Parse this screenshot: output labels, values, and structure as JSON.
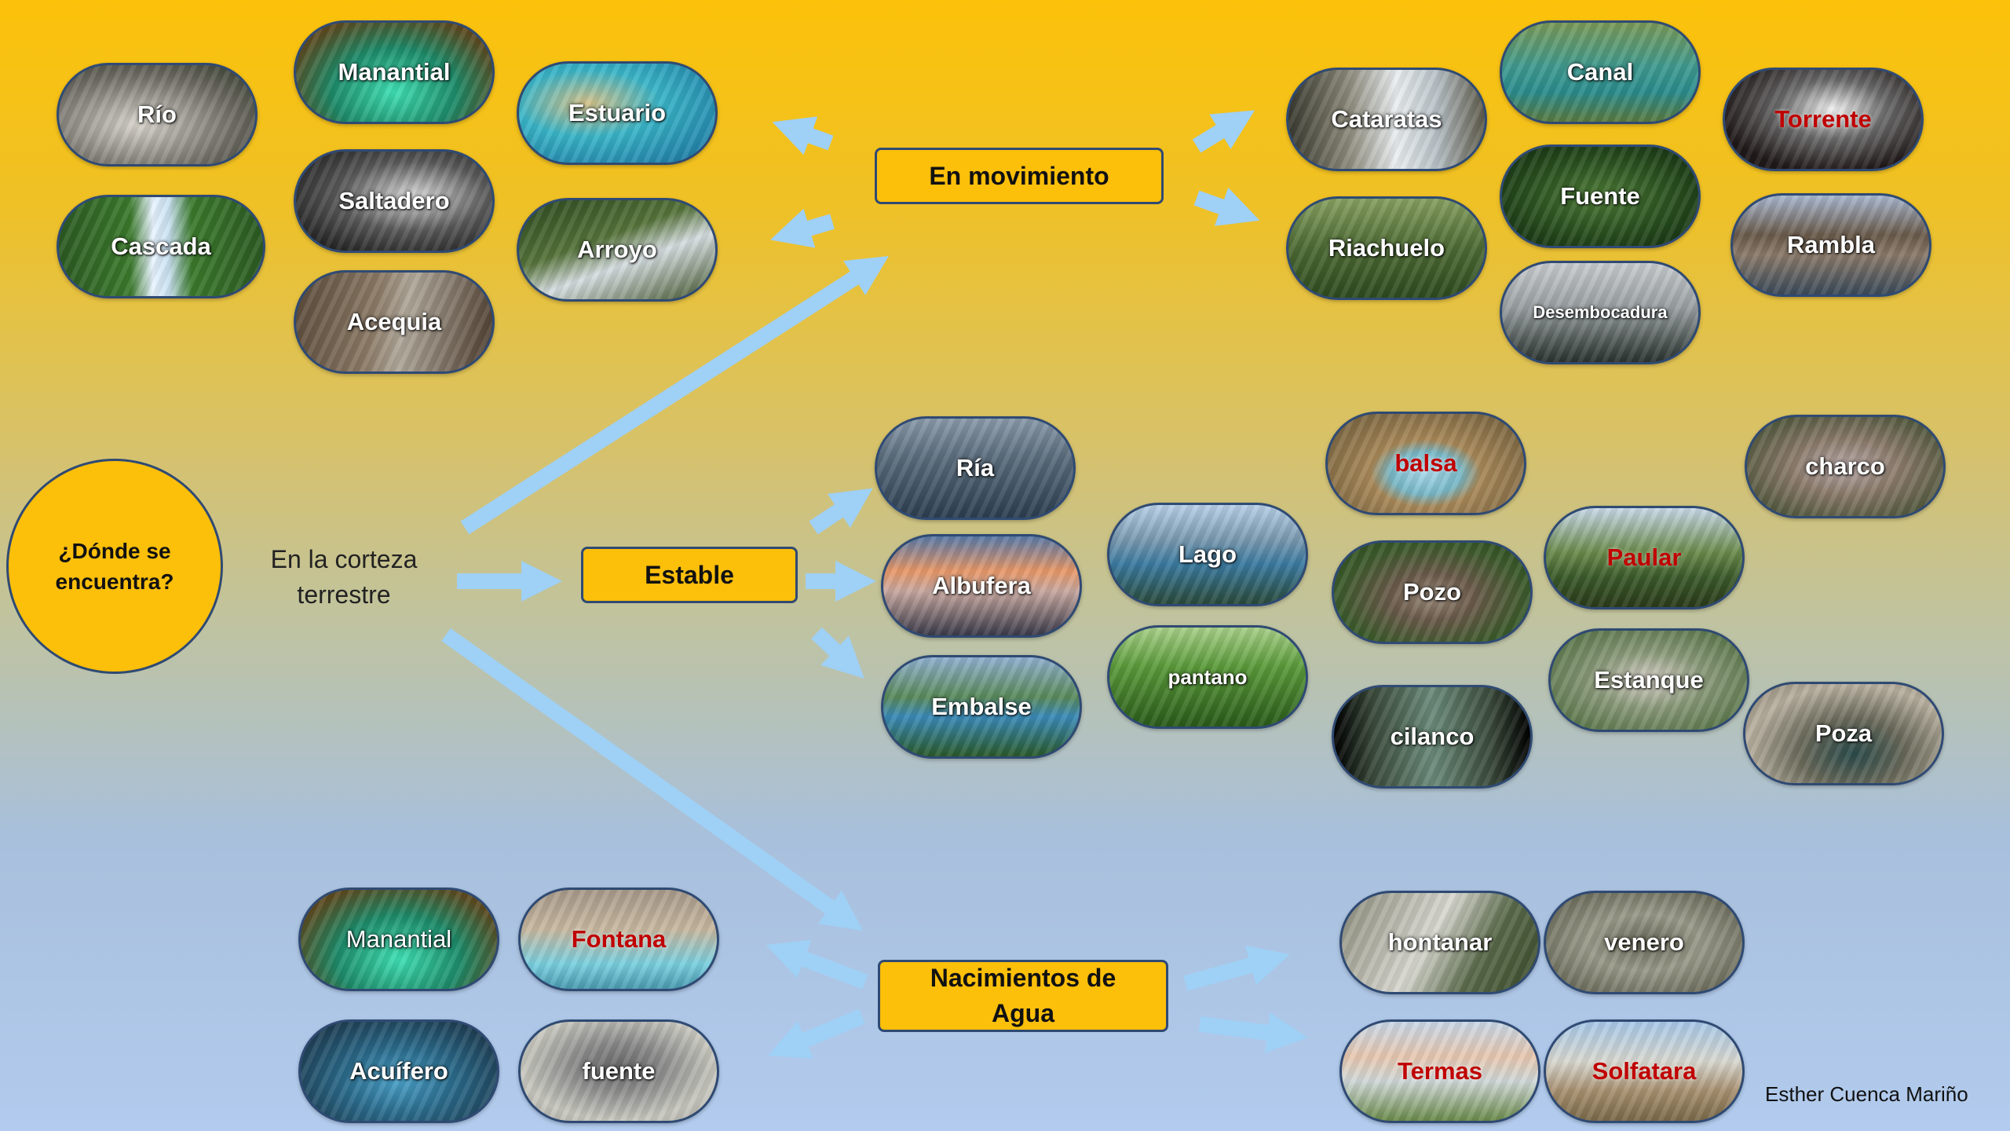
{
  "center": {
    "question": "¿Dónde se encuentra?",
    "location": "En la corteza terrestre"
  },
  "categories": {
    "moving": "En movimiento",
    "stable": "Estable",
    "springs": "Nacimientos de Agua"
  },
  "moving_items": [
    {
      "label": "Río",
      "highlight": false
    },
    {
      "label": "Manantial",
      "highlight": false
    },
    {
      "label": "Estuario",
      "highlight": false
    },
    {
      "label": "Saltadero",
      "highlight": false
    },
    {
      "label": "Cascada",
      "highlight": false
    },
    {
      "label": "Arroyo",
      "highlight": false
    },
    {
      "label": "Acequia",
      "highlight": false
    },
    {
      "label": "Cataratas",
      "highlight": false
    },
    {
      "label": "Canal",
      "highlight": false
    },
    {
      "label": "Torrente",
      "highlight": true
    },
    {
      "label": "Fuente",
      "highlight": false
    },
    {
      "label": "Riachuelo",
      "highlight": false
    },
    {
      "label": "Rambla",
      "highlight": false
    },
    {
      "label": "Desembocadura",
      "highlight": false
    }
  ],
  "stable_items": [
    {
      "label": "Ría",
      "highlight": false
    },
    {
      "label": "Albufera",
      "highlight": false
    },
    {
      "label": "Embalse",
      "highlight": false
    },
    {
      "label": "Lago",
      "highlight": false
    },
    {
      "label": "pantano",
      "highlight": false
    },
    {
      "label": "balsa",
      "highlight": true
    },
    {
      "label": "Pozo",
      "highlight": false
    },
    {
      "label": "cilanco",
      "highlight": false
    },
    {
      "label": "Paular",
      "highlight": true
    },
    {
      "label": "Estanque",
      "highlight": false
    },
    {
      "label": "charco",
      "highlight": false
    },
    {
      "label": "Poza",
      "highlight": false
    }
  ],
  "spring_items": [
    {
      "label": "Manantial",
      "highlight": false
    },
    {
      "label": "Fontana",
      "highlight": true
    },
    {
      "label": "Acuífero",
      "highlight": false
    },
    {
      "label": "fuente",
      "highlight": false
    },
    {
      "label": "hontanar",
      "highlight": false
    },
    {
      "label": "venero",
      "highlight": false
    },
    {
      "label": "Termas",
      "highlight": true
    },
    {
      "label": "Solfatara",
      "highlight": true
    }
  ],
  "author": "Esther Cuenca Mariño",
  "colors": {
    "accent": "#fcbf0a",
    "border": "#2f4a73",
    "arrow": "#9fd0f5",
    "highlight_text": "#c00000"
  }
}
